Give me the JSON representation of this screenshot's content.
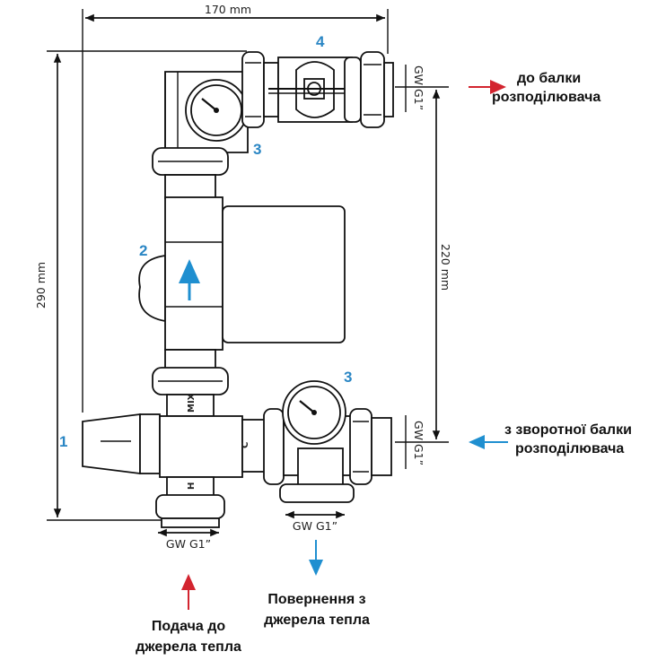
{
  "dimensions": {
    "width_top": "170 mm",
    "height_total": "290 mm",
    "height_inner": "220 mm",
    "thread_top_right": "GW G1”",
    "thread_right_middle": "GW G1”",
    "thread_bottom_left": "GW G1”",
    "thread_bottom_right": "GW G1”"
  },
  "callouts": {
    "n1": "1",
    "n2": "2",
    "n3_top": "3",
    "n3_bottom": "3",
    "n4": "4"
  },
  "valve_marks": {
    "mix": "MIX",
    "c": "C",
    "h": "H"
  },
  "flows": {
    "to_manifold_line1": "до балки",
    "to_manifold_line2": "розподілювача",
    "from_manifold_line1": "з зворотної балки",
    "from_manifold_line2": "розподілювача",
    "return_line1": "Повернення з",
    "return_line2": "джерела тепла",
    "supply_line1": "Подача до",
    "supply_line2": "джерела тепла"
  },
  "colors": {
    "red_arrow": "#d3242f",
    "blue_arrow": "#1f8fd0",
    "callout": "#2a86c4",
    "line": "#111111"
  }
}
